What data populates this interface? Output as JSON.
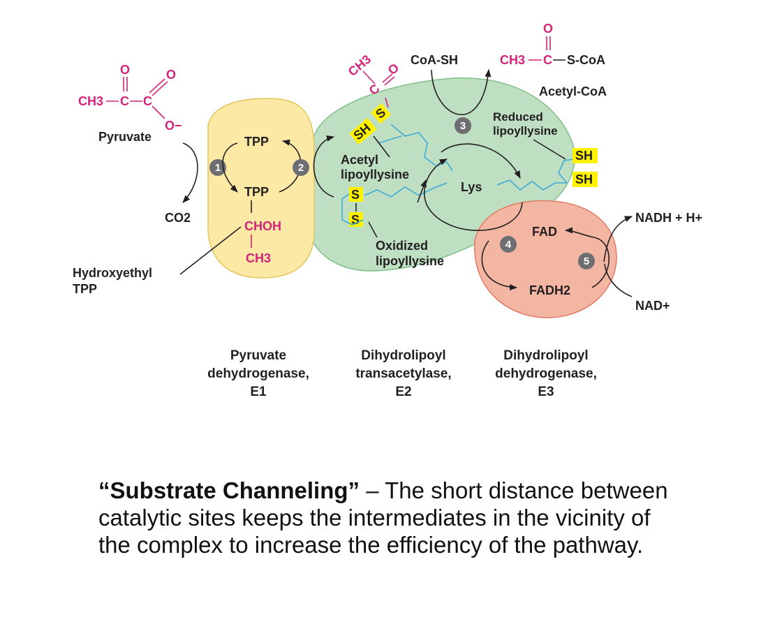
{
  "colors": {
    "e1_fill": "#fde9a6",
    "e2_fill": "#bfdfc3",
    "e3_fill": "#f3b6a3",
    "pink_text": "#d4237a",
    "lipoyl_blue": "#3fa9d8",
    "highlight_yellow": "#fff200",
    "step_badge": "#6d6e71"
  },
  "pyruvate": {
    "ch3": "CH3",
    "c": "C",
    "o_dbl": "O",
    "c2": "C",
    "o2_dbl": "O",
    "o_minus": "O−",
    "label": "Pyruvate"
  },
  "co2": "CO2",
  "tpp_top": "TPP",
  "tpp_mid": "TPP",
  "choh": "CHOH",
  "ch3_bottom": "CH3",
  "hydroxyethyl_label_1": "Hydroxyethyl",
  "hydroxyethyl_label_2": "TPP",
  "acetyl_group": {
    "ch3": "CH3",
    "c": "C",
    "o": "O"
  },
  "sh_top": "SH",
  "s_top": "S",
  "acetyl_lipoyllysine_1": "Acetyl",
  "acetyl_lipoyllysine_2": "lipoyllysine",
  "s_upper": "S",
  "s_lower": "S",
  "oxidized_1": "Oxidized",
  "oxidized_2": "lipoyllysine",
  "coa_sh": "CoA-SH",
  "acetyl_coa_formula": {
    "ch3": "CH3",
    "c": "C",
    "scoa": "S-CoA",
    "o": "O"
  },
  "acetyl_coa_label": "Acetyl-CoA",
  "reduced_1": "Reduced",
  "reduced_2": "lipoyllysine",
  "lys": "Lys",
  "sh_right_1": "SH",
  "sh_right_2": "SH",
  "fad": "FAD",
  "fadh2": "FADH2",
  "nadh": "NADH + H+",
  "nad": "NAD+",
  "steps": [
    "1",
    "2",
    "3",
    "4",
    "5"
  ],
  "enzymes": [
    {
      "line1": "Pyruvate",
      "line2": "dehydrogenase,",
      "line3": "E1"
    },
    {
      "line1": "Dihydrolipoyl",
      "line2": "transacetylase,",
      "line3": "E2"
    },
    {
      "line1": "Dihydrolipoyl",
      "line2": "dehydrogenase,",
      "line3": "E3"
    }
  ],
  "note": {
    "title": "“Substrate Channeling”",
    "body": " – The short distance between catalytic sites keeps the intermediates in the vicinity of the complex to increase the efficiency of the pathway."
  }
}
